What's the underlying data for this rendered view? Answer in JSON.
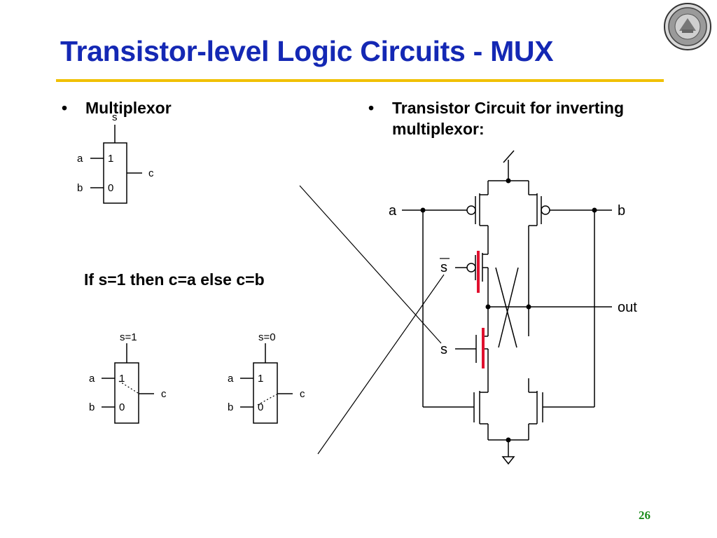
{
  "slide": {
    "title": "Transistor-level Logic Circuits - MUX",
    "bullet_left": "Multiplexor",
    "bullet_right": "Transistor Circuit for inverting multiplexor:",
    "bullet_glyph": "•",
    "rule": "If s=1 then c=a else c=b",
    "page_number": "26"
  },
  "mux_symbol": {
    "select": "s",
    "input_a": "a",
    "input_b": "b",
    "output": "c",
    "label_1": "1",
    "label_0": "0"
  },
  "mux_s1": {
    "select": "s=1",
    "input_a": "a",
    "input_b": "b",
    "output": "c",
    "label_1": "1",
    "label_0": "0"
  },
  "mux_s0": {
    "select": "s=0",
    "input_a": "a",
    "input_b": "b",
    "output": "c",
    "label_1": "1",
    "label_0": "0"
  },
  "circuit": {
    "input_a": "a",
    "input_b": "b",
    "select_bar": "s",
    "select": "s",
    "output": "out"
  },
  "colors": {
    "title": "#1428b4",
    "rule": "#f0c000",
    "highlight": "#e0102e",
    "page_number": "#1a8c1a"
  }
}
